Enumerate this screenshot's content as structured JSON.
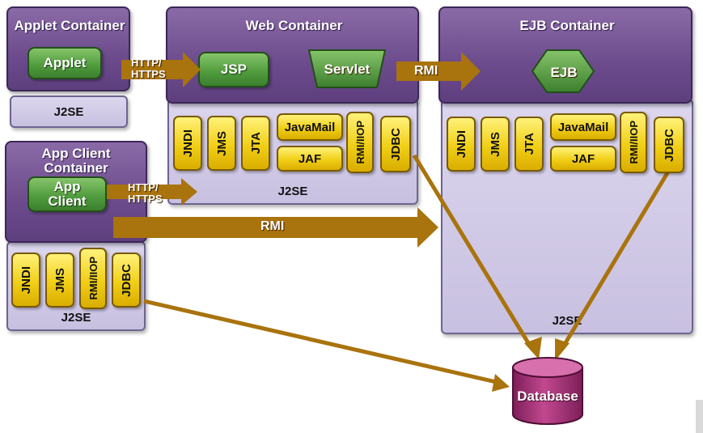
{
  "colors": {
    "container": "#6c4b8c",
    "component": "#4e9a3c",
    "service": "#f1cf16",
    "arrow": "#a9730d",
    "database": "#a8357a"
  },
  "applet_container": {
    "title": "Applet Container",
    "component": "Applet",
    "platform": "J2SE"
  },
  "web_container": {
    "title": "Web Container",
    "components": [
      "JSP",
      "Servlet"
    ],
    "services_vertical": [
      "JNDI",
      "JMS",
      "JTA",
      "RMI/IIOP",
      "JDBC"
    ],
    "services_horizontal": [
      "JavaMail",
      "JAF"
    ],
    "platform": "J2SE"
  },
  "ejb_container": {
    "title": "EJB Container",
    "component": "EJB",
    "services_vertical": [
      "JNDI",
      "JMS",
      "JTA",
      "RMI/IIOP",
      "JDBC"
    ],
    "services_horizontal": [
      "JavaMail",
      "JAF"
    ],
    "platform": "J2SE"
  },
  "app_client_container": {
    "title_line1": "App Client",
    "title_line2": "Container",
    "component_line1": "App",
    "component_line2": "Client",
    "services": [
      "JNDI",
      "JMS",
      "RMI/IIOP",
      "JDBC"
    ],
    "platform": "J2SE"
  },
  "connections": {
    "applet_to_web": {
      "line1": "HTTP/",
      "line2": "HTTPS"
    },
    "client_to_web": {
      "line1": "HTTP/",
      "line2": "HTTPS"
    },
    "web_to_ejb": "RMI",
    "client_to_ejb": "RMI"
  },
  "database": {
    "label": "Database"
  }
}
